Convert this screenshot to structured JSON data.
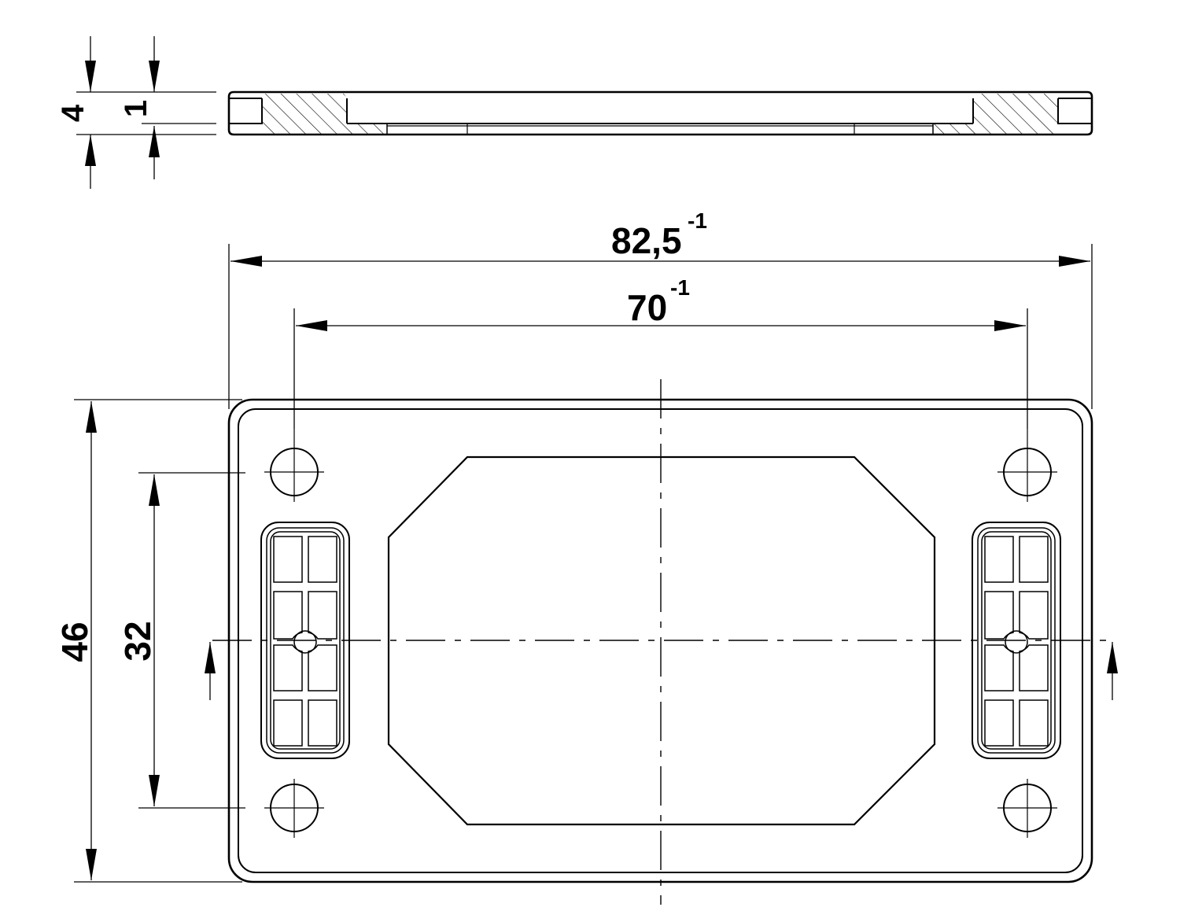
{
  "dimensions": {
    "thickness_total": "4",
    "thickness_step": "1",
    "width_outer": {
      "value": "82,5",
      "tolerance": "-1"
    },
    "width_holes": {
      "value": "70",
      "tolerance": "-1"
    },
    "height_outer": "46",
    "height_holes": "32"
  },
  "colors": {
    "line": "#000000",
    "background": "#ffffff"
  }
}
